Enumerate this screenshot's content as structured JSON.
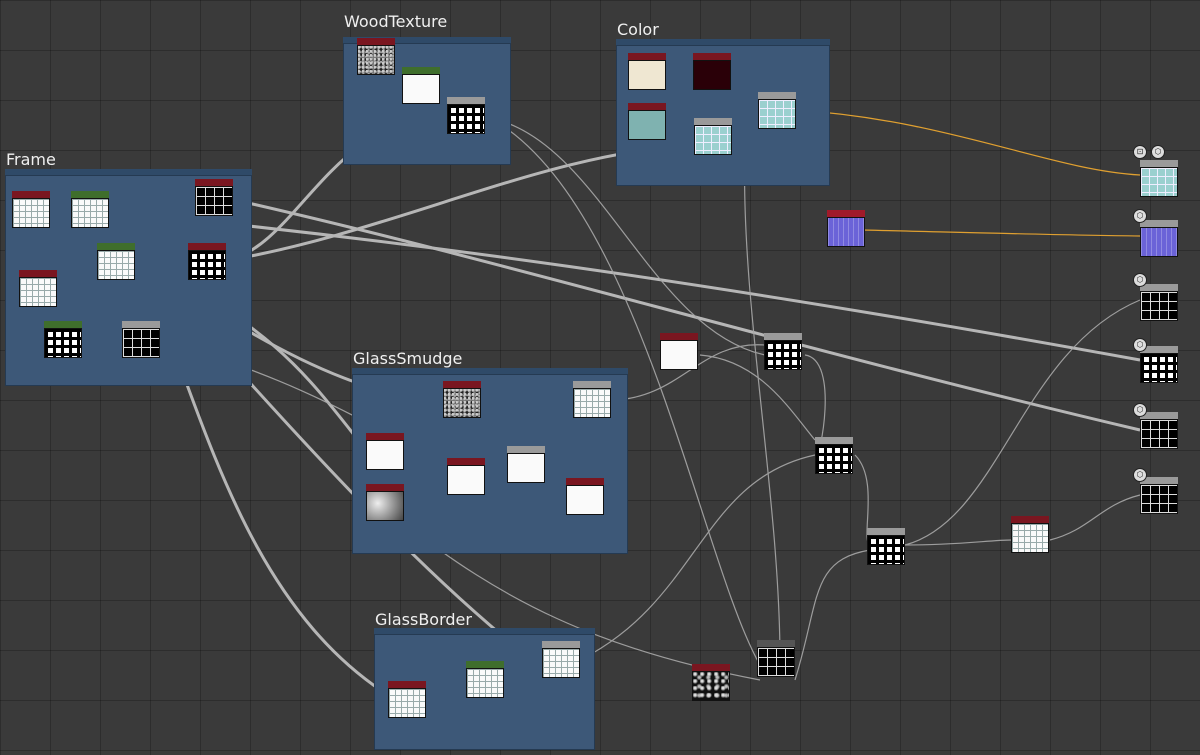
{
  "frames": {
    "wood": "WoodTexture",
    "color": "Color",
    "frame": "Frame",
    "smudge": "GlassSmudge",
    "border": "GlassBorder"
  },
  "colors": {
    "frame_bg": "#3d5878",
    "canvas_bg": "#3a3a3a",
    "wire_gray": "#bcbcbc",
    "wire_orange": "#e0a030",
    "header_red": "#7a1620",
    "header_green": "#3f6e2c"
  },
  "icons": [
    "output-badge-icon",
    "cube-icon"
  ]
}
